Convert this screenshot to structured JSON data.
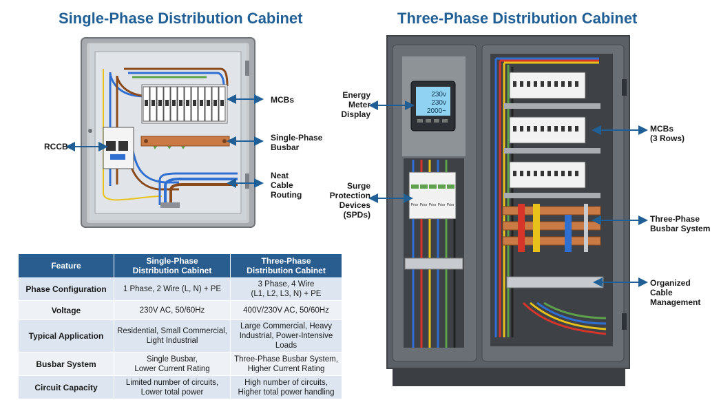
{
  "titles": {
    "single": "Single-Phase Distribution Cabinet",
    "three": "Three-Phase Distribution Cabinet"
  },
  "single_labels": {
    "mcbs": [
      "MCBs"
    ],
    "rccb": [
      "RCCB"
    ],
    "busbar": [
      "Single-Phase",
      "Busbar"
    ],
    "routing": [
      "Neat",
      "Cable",
      "Routing"
    ]
  },
  "three_labels": {
    "meter": [
      "Energy",
      "Meter",
      "Display"
    ],
    "spd": [
      "Surge",
      "Protection",
      "Devices",
      "(SPDs)"
    ],
    "mcbs": [
      "MCBs",
      "(3 Rows)"
    ],
    "busbar": [
      "Three-Phase",
      "Busbar System"
    ],
    "cable": [
      "Organized",
      "Cable",
      "Management"
    ]
  },
  "meter_readings": [
    "230v",
    "230v",
    "2000~"
  ],
  "spd_labels": [
    "Prior",
    "Prior",
    "Prior",
    "Prior",
    "Prior"
  ],
  "table": {
    "headers": [
      [
        "Feature"
      ],
      [
        "Single-Phase",
        "Distribution Cabinet"
      ],
      [
        "Three-Phase",
        "Distribution Cabinet"
      ]
    ],
    "rows": [
      {
        "feature": "Phase Configuration",
        "single": [
          "1 Phase, 2 Wire (L, N) + PE"
        ],
        "three": [
          "3 Phase, 4 Wire",
          "(L1, L2, L3, N) + PE"
        ]
      },
      {
        "feature": "Voltage",
        "single": [
          "230V AC, 50/60Hz"
        ],
        "three": [
          "400V/230V AC, 50/60Hz"
        ]
      },
      {
        "feature": "Typical Application",
        "single": [
          "Residential, Small Commercial,",
          "Light Industrial"
        ],
        "three": [
          "Large Commercial, Heavy",
          "Industrial, Power-Intensive Loads"
        ]
      },
      {
        "feature": "Busbar System",
        "single": [
          "Single Busbar,",
          "Lower Current Rating"
        ],
        "three": [
          "Three-Phase Busbar System,",
          "Higher Current Rating"
        ]
      },
      {
        "feature": "Circuit Capacity",
        "single": [
          "Limited number of circuits,",
          "Lower total power"
        ],
        "three": [
          "High number of circuits,",
          "Higher total power handling"
        ]
      }
    ]
  },
  "colors": {
    "title": "#1f5f95",
    "arrow": "#1f5f95",
    "cabinet_frame": "#8c9096",
    "cabinet_inner": "#d4d7da",
    "dark_cabinet": "#5b6066",
    "copper": "#c97a45",
    "wire_blue": "#2f6fd1",
    "wire_brown": "#8a4a1c",
    "wire_yellow": "#e8c21a",
    "wire_green": "#5da24a",
    "wire_red": "#d7342a",
    "wire_black": "#222222",
    "table_header": "#2a5d8f"
  }
}
